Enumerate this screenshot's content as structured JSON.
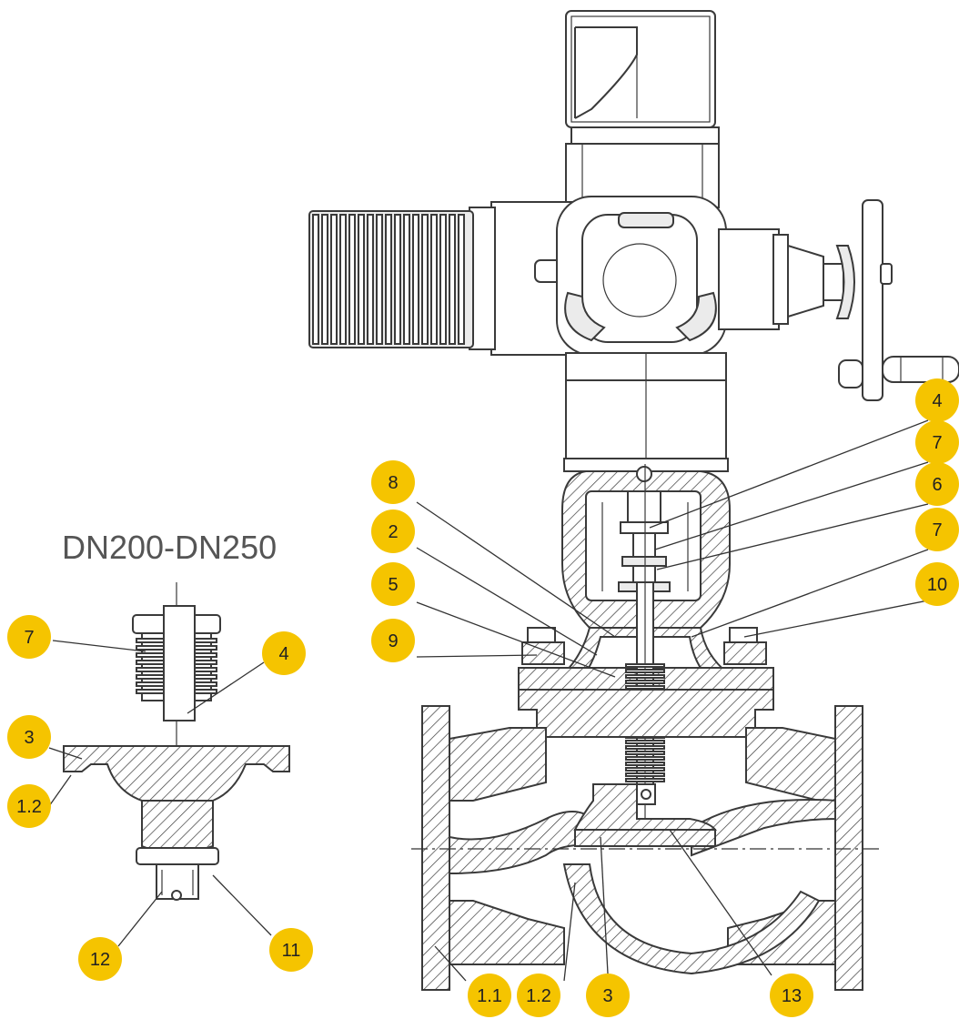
{
  "detail_title": "DN200-DN250",
  "colors": {
    "callout_fill": "#F5C400",
    "line": "#3A3A3A",
    "title_text": "#555555"
  },
  "callouts_main": [
    {
      "id": "4",
      "label": "4"
    },
    {
      "id": "7a",
      "label": "7"
    },
    {
      "id": "6",
      "label": "6"
    },
    {
      "id": "7b",
      "label": "7"
    },
    {
      "id": "10",
      "label": "10"
    },
    {
      "id": "8",
      "label": "8"
    },
    {
      "id": "2",
      "label": "2"
    },
    {
      "id": "5",
      "label": "5"
    },
    {
      "id": "9",
      "label": "9"
    },
    {
      "id": "1.1",
      "label": "1.1"
    },
    {
      "id": "1.2",
      "label": "1.2"
    },
    {
      "id": "3",
      "label": "3"
    },
    {
      "id": "13",
      "label": "13"
    }
  ],
  "callouts_detail": [
    {
      "id": "7",
      "label": "7"
    },
    {
      "id": "4",
      "label": "4"
    },
    {
      "id": "3",
      "label": "3"
    },
    {
      "id": "1.2",
      "label": "1.2"
    },
    {
      "id": "12",
      "label": "12"
    },
    {
      "id": "11",
      "label": "11"
    }
  ]
}
